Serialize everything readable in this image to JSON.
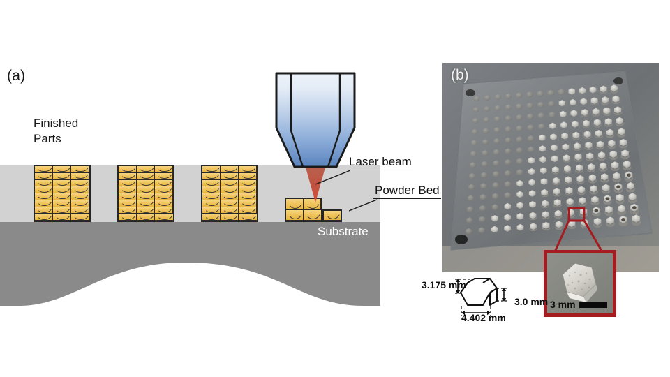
{
  "figure": {
    "panel_a_label": "(a)",
    "panel_b_label": "(b)"
  },
  "schematic": {
    "finished_parts_label": "Finished\nParts",
    "laser_beam_label": "Laser beam",
    "powder_bed_label": "Powder Bed",
    "substrate_label": "Substrate",
    "colors": {
      "powder_bed": "#d2d2d2",
      "substrate": "#8a8a8a",
      "part_gold": "#ecb83f",
      "part_gold_light": "#f6d482",
      "nozzle_top": "#eef3fa",
      "nozzle_bottom": "#5b84be",
      "laser_red": "#c0503c",
      "outline": "#262626"
    },
    "finished_part_stacks": 3,
    "stack_columns": 3,
    "stack_rows": 8
  },
  "photo": {
    "description": "build plate with hexagonal parts array",
    "array_columns": 14,
    "array_rows": 13,
    "callout_color": "#a51c20"
  },
  "inset": {
    "scale_label": "3 mm"
  },
  "dimensions": {
    "height": "3.175 mm",
    "depth": "3.0 mm",
    "width": "4.402 mm"
  }
}
